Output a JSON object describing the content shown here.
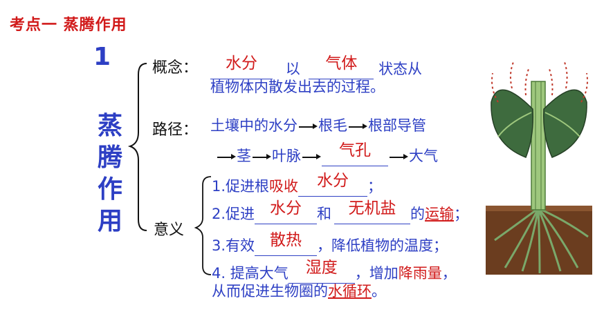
{
  "header": "考点一  蒸腾作用",
  "section_number": "1",
  "vertical_title": [
    "蒸",
    "腾",
    "作",
    "用"
  ],
  "concept": {
    "label": "概念：",
    "blank1": "水分",
    "word_yi": "以",
    "blank2": "气体",
    "tail1": "状态从",
    "line2": "植物体内散发出去的过程。"
  },
  "pathway": {
    "label": "路径：",
    "step1": "土壤中的水分",
    "step2": "根毛",
    "step3": "根部导管",
    "step4": "茎",
    "step5": "叶脉",
    "blank": "气孔",
    "step6": "大气"
  },
  "significance": {
    "label": "意义",
    "item1": {
      "pre": "1.促进根",
      "red": "吸收",
      "blank": "水分",
      "post": "；"
    },
    "item2": {
      "pre": "2.促进",
      "blank1": "水分",
      "mid": "和",
      "blank2": "无机盐",
      "post1": "的",
      "red": "运输",
      "post2": "；"
    },
    "item3": {
      "pre": "3.有效",
      "blank": "散热",
      "post": "，降低植物的温度；"
    },
    "item4": {
      "pre": "4. 提高大气",
      "blank": "湿度",
      "mid": "，增加",
      "red": "降雨量",
      "post": "，",
      "line2_pre": "从而促进生物圈的",
      "line2_red": "水循环",
      "line2_post": "。"
    }
  },
  "colors": {
    "blue": "#2d3fc4",
    "red": "#d11a1a"
  }
}
